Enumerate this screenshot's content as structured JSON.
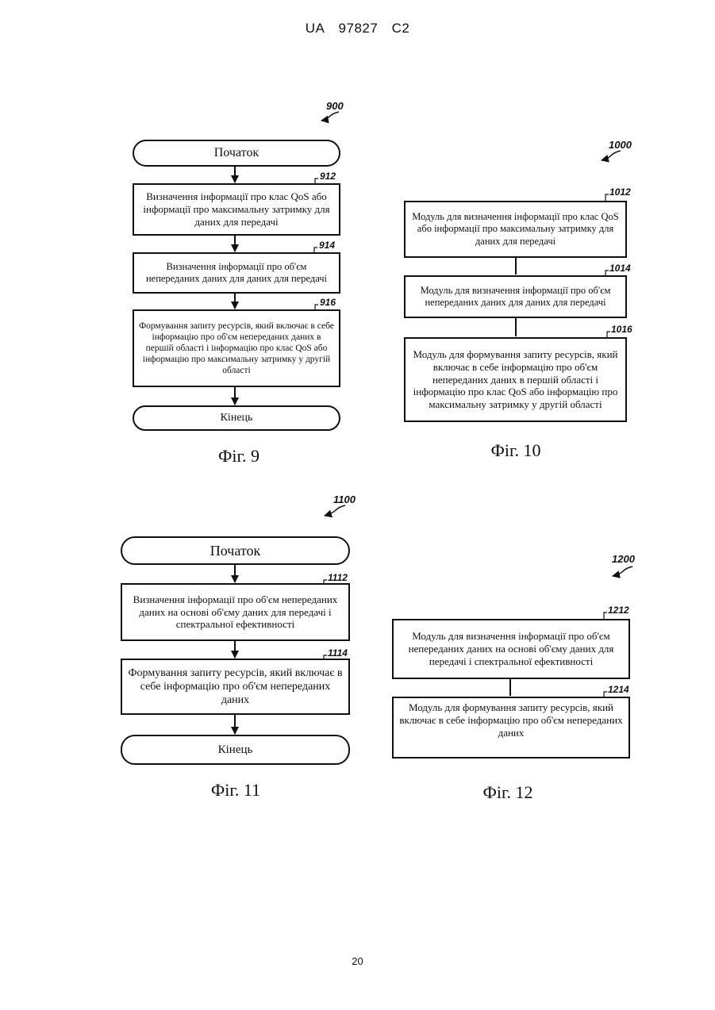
{
  "header": {
    "country": "UA",
    "number": "97827",
    "kind": "C2"
  },
  "page_number": "20",
  "fig9": {
    "ref": "900",
    "start": "Початок",
    "steps": [
      {
        "ref": "912",
        "text": "Визначення інформації про клас QoS або інформації про максимальну затримку для даних для передачі"
      },
      {
        "ref": "914",
        "text": "Визначення інформації про об'єм непереданих даних для даних для передачі"
      },
      {
        "ref": "916",
        "text": "Формування запиту ресурсів, який включає в себе інформацію про об'єм непереданих даних в першій області і інформацію про клас QoS або інформацію про максимальну затримку у другій області"
      }
    ],
    "end": "Кінець",
    "caption": "Фіг. 9"
  },
  "fig10": {
    "ref": "1000",
    "modules": [
      {
        "ref": "1012",
        "text": "Модуль для визначення інформації про клас QoS або інформації про максимальну затримку для даних для передачі"
      },
      {
        "ref": "1014",
        "text": "Модуль для визначення інформації про об'єм непереданих даних для даних для передачі"
      },
      {
        "ref": "1016",
        "text": "Модуль для формування запиту ресурсів, який включає в себе інформацію про об'єм непереданих даних в першій області і інформацію про клас QoS або інформацію про максимальну затримку у другій області"
      }
    ],
    "caption": "Фіг. 10"
  },
  "fig11": {
    "ref": "1100",
    "start": "Початок",
    "steps": [
      {
        "ref": "1112",
        "text": "Визначення інформації про об'єм непереданих даних на основі об'єму даних для передачі і спектральної ефективності"
      },
      {
        "ref": "1114",
        "text": "Формування запиту ресурсів, який включає в себе інформацію про об'єм непереданих даних"
      }
    ],
    "end": "Кінець",
    "caption": "Фіг. 11"
  },
  "fig12": {
    "ref": "1200",
    "modules": [
      {
        "ref": "1212",
        "text": "Модуль для визначення інформації про об'єм непереданих даних на основі об'єму даних для передачі і спектральної ефективності"
      },
      {
        "ref": "1214",
        "text": "Модуль для формування запиту ресурсів, який включає в себе інформацію про об'єм непереданих даних"
      }
    ],
    "caption": "Фіг. 12"
  }
}
